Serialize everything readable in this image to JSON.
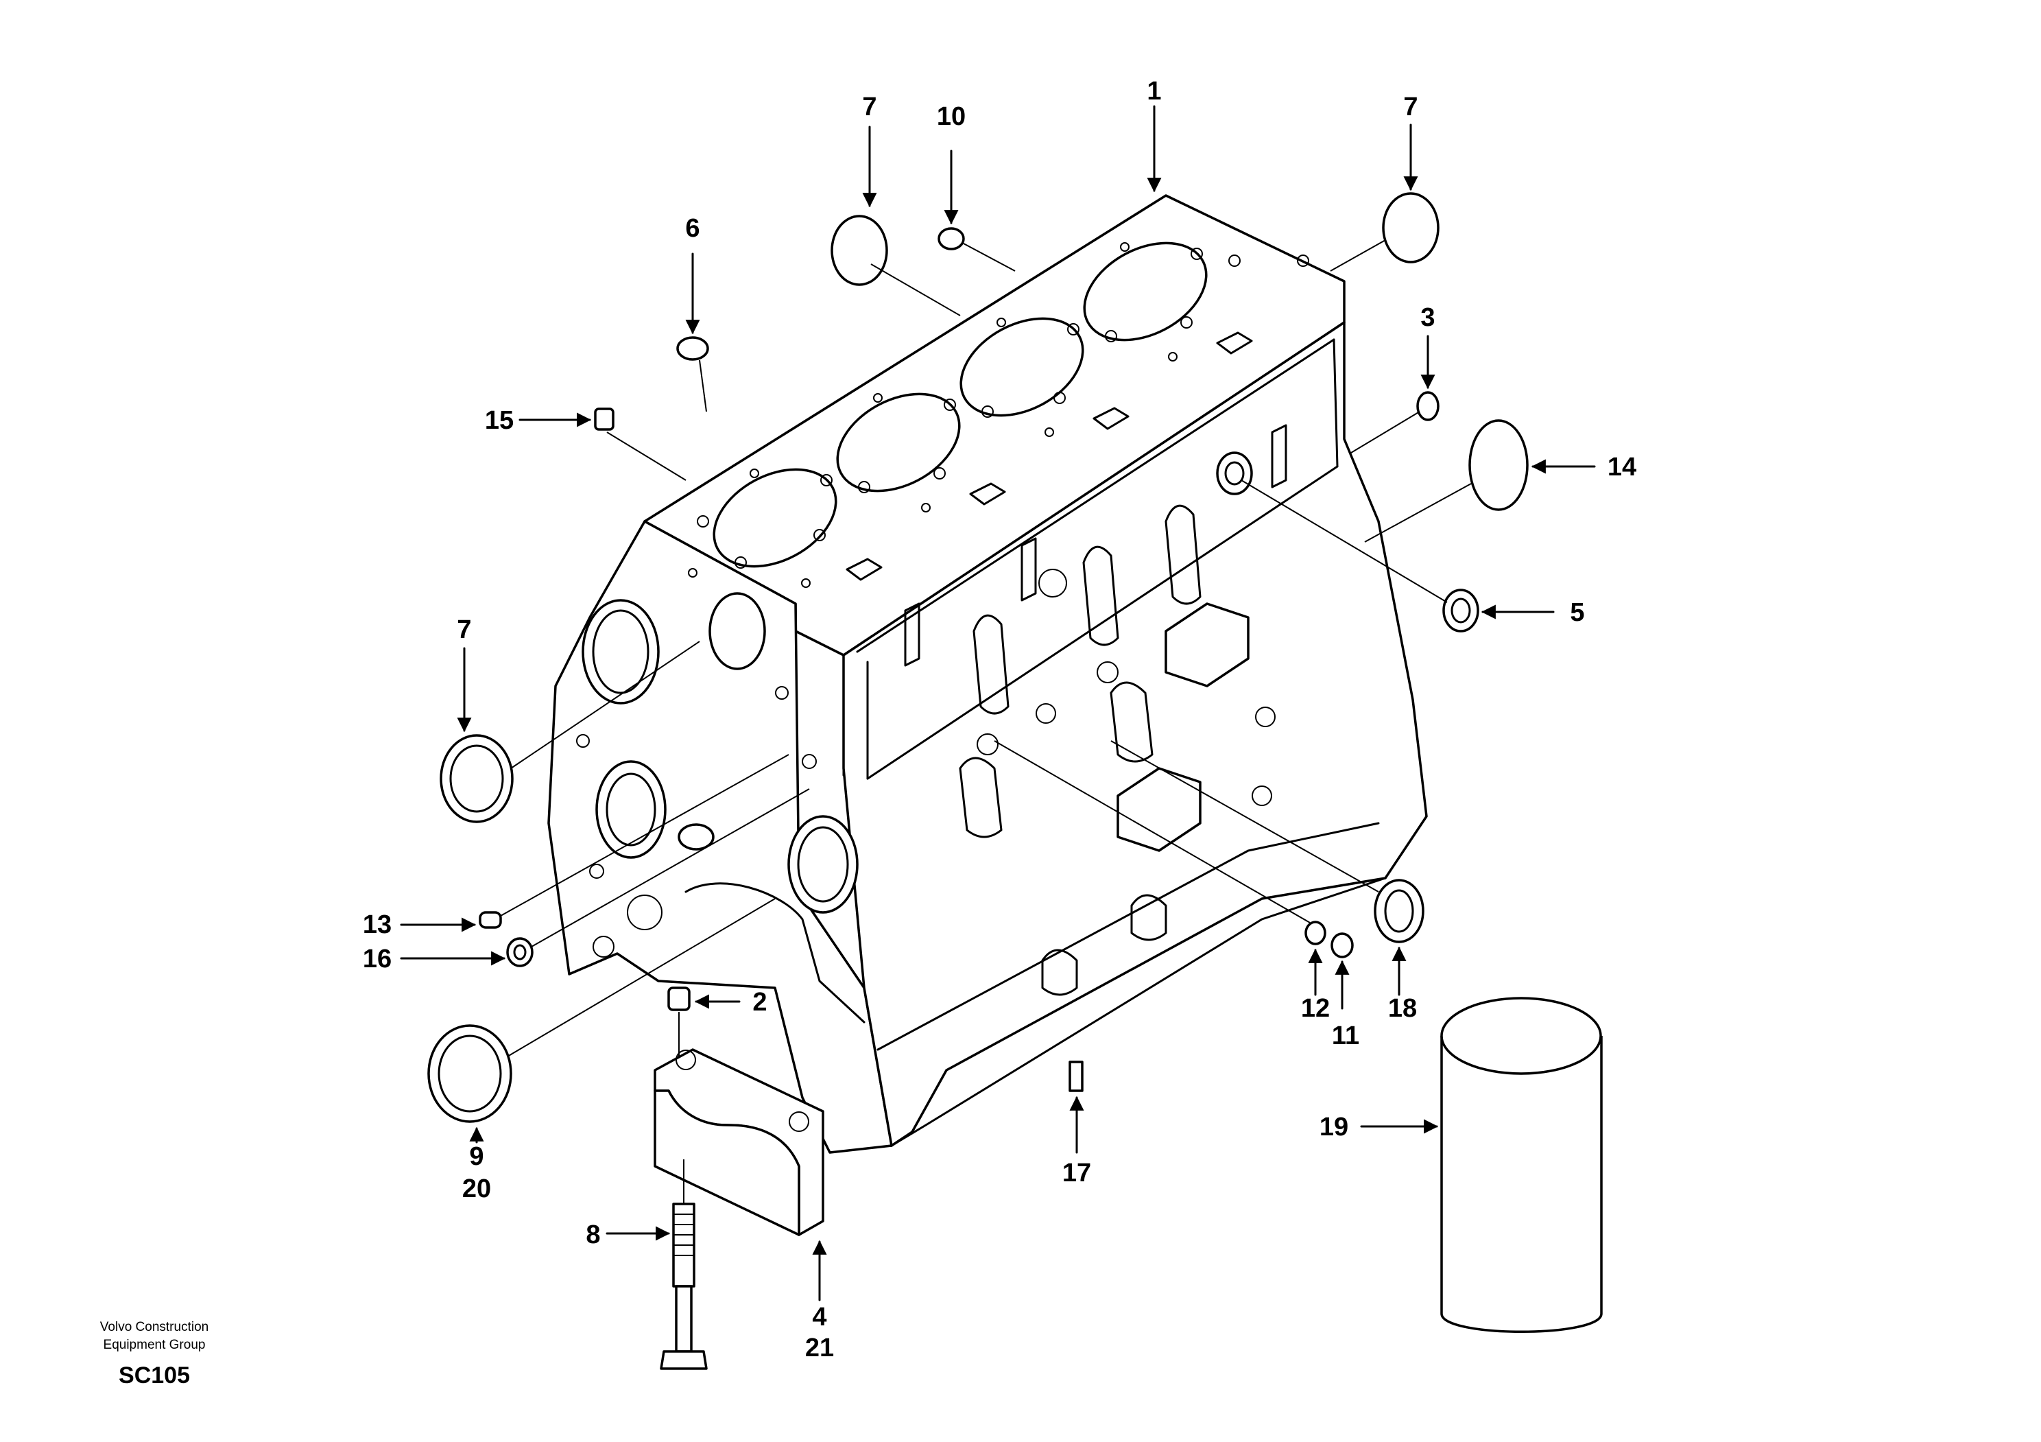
{
  "callouts": [
    {
      "id": "c1",
      "label": "1"
    },
    {
      "id": "c2",
      "label": "2"
    },
    {
      "id": "c3",
      "label": "3"
    },
    {
      "id": "c4",
      "label": "4"
    },
    {
      "id": "c21",
      "label": "21"
    },
    {
      "id": "c5",
      "label": "5"
    },
    {
      "id": "c6",
      "label": "6"
    },
    {
      "id": "c7a",
      "label": "7"
    },
    {
      "id": "c7b",
      "label": "7"
    },
    {
      "id": "c7c",
      "label": "7"
    },
    {
      "id": "c8",
      "label": "8"
    },
    {
      "id": "c9",
      "label": "9"
    },
    {
      "id": "c20",
      "label": "20"
    },
    {
      "id": "c10",
      "label": "10"
    },
    {
      "id": "c11",
      "label": "11"
    },
    {
      "id": "c12",
      "label": "12"
    },
    {
      "id": "c13",
      "label": "13"
    },
    {
      "id": "c14",
      "label": "14"
    },
    {
      "id": "c15",
      "label": "15"
    },
    {
      "id": "c16",
      "label": "16"
    },
    {
      "id": "c17",
      "label": "17"
    },
    {
      "id": "c18",
      "label": "18"
    },
    {
      "id": "c19",
      "label": "19"
    }
  ],
  "footer": {
    "line1": "Volvo Construction",
    "line2": "Equipment Group",
    "code": "SC105"
  }
}
